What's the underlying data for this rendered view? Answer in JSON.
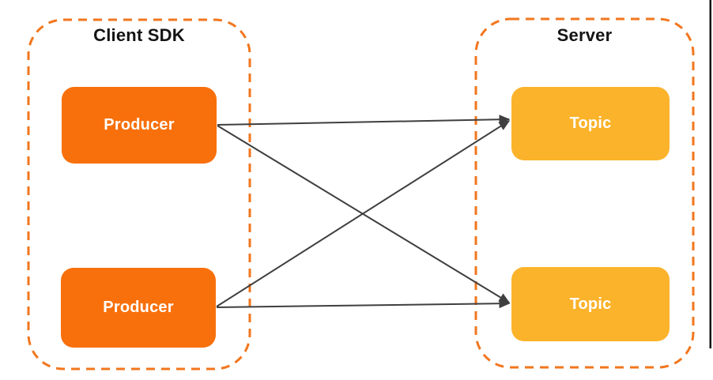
{
  "diagram": {
    "type": "message-flow",
    "client_sdk": {
      "title": "Client SDK",
      "nodes": [
        {
          "id": "producer-1",
          "label": "Producer"
        },
        {
          "id": "producer-2",
          "label": "Producer"
        }
      ]
    },
    "server": {
      "title": "Server",
      "nodes": [
        {
          "id": "topic-1",
          "label": "Topic"
        },
        {
          "id": "topic-2",
          "label": "Topic"
        }
      ]
    },
    "edges": [
      {
        "from": "producer-1",
        "to": "topic-1",
        "arrow": "end"
      },
      {
        "from": "producer-1",
        "to": "topic-2",
        "arrow": "end"
      },
      {
        "from": "producer-2",
        "to": "topic-1",
        "arrow": "end"
      },
      {
        "from": "producer-2",
        "to": "topic-2",
        "arrow": "end"
      }
    ],
    "colors": {
      "producer_fill": "#F8700B",
      "topic_fill": "#FBB32B",
      "container_border": "#F2761D",
      "arrow": "#3F3F3F",
      "node_text": "#FFFFFF",
      "title_text": "#141414",
      "background": "#FFFFFF",
      "window_edge_line": "#151515"
    }
  }
}
